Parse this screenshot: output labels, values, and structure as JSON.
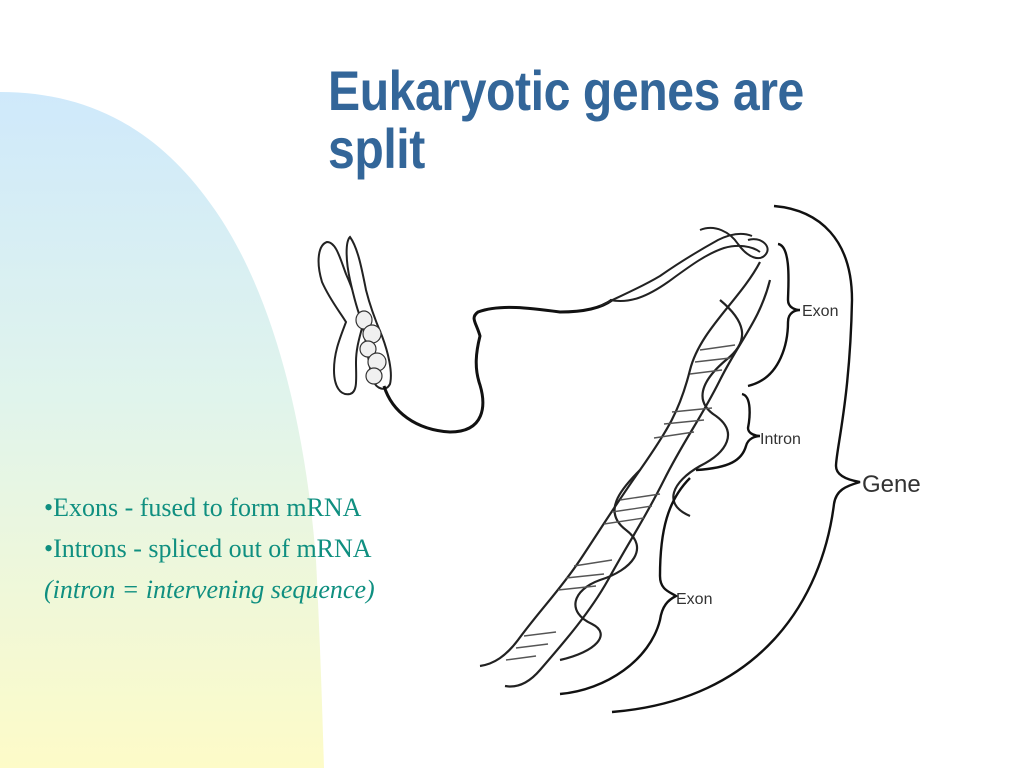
{
  "slide": {
    "title_line1": "Eukaryotic genes are",
    "title_line2": "split",
    "bullets": [
      "•Exons - fused to form mRNA",
      "•Introns - spliced out of mRNA"
    ],
    "note": "(intron = intervening sequence)"
  },
  "diagram": {
    "labels": {
      "exon_upper": "Exon",
      "intron": "Intron",
      "exon_lower": "Exon",
      "gene": "Gene"
    }
  },
  "colors": {
    "title": "#336699",
    "bullet_text": "#0f8f80",
    "background_blue": "#cfe9fb",
    "background_yellow": "#fdfbc8"
  }
}
